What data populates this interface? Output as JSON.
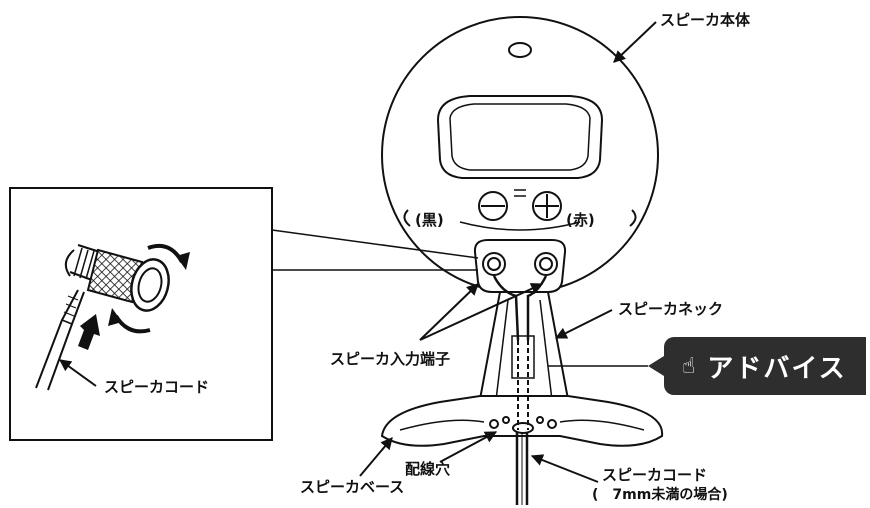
{
  "labels": {
    "speaker_body": "スピーカ本体",
    "black": "(黒)",
    "red": "(赤)",
    "speaker_neck": "スピーカネック",
    "input_terminal": "スピーカ入力端子",
    "cord_inset": "スピーカコード",
    "cord_main": "スピーカコード",
    "cord_note": "(　7mm未満の場合)",
    "wiring_hole": "配線穴",
    "speaker_base": "スピーカベース"
  },
  "advice": {
    "icon": "pointing-hand-icon",
    "text": "アドバイス",
    "color": "#2e2e2e"
  }
}
